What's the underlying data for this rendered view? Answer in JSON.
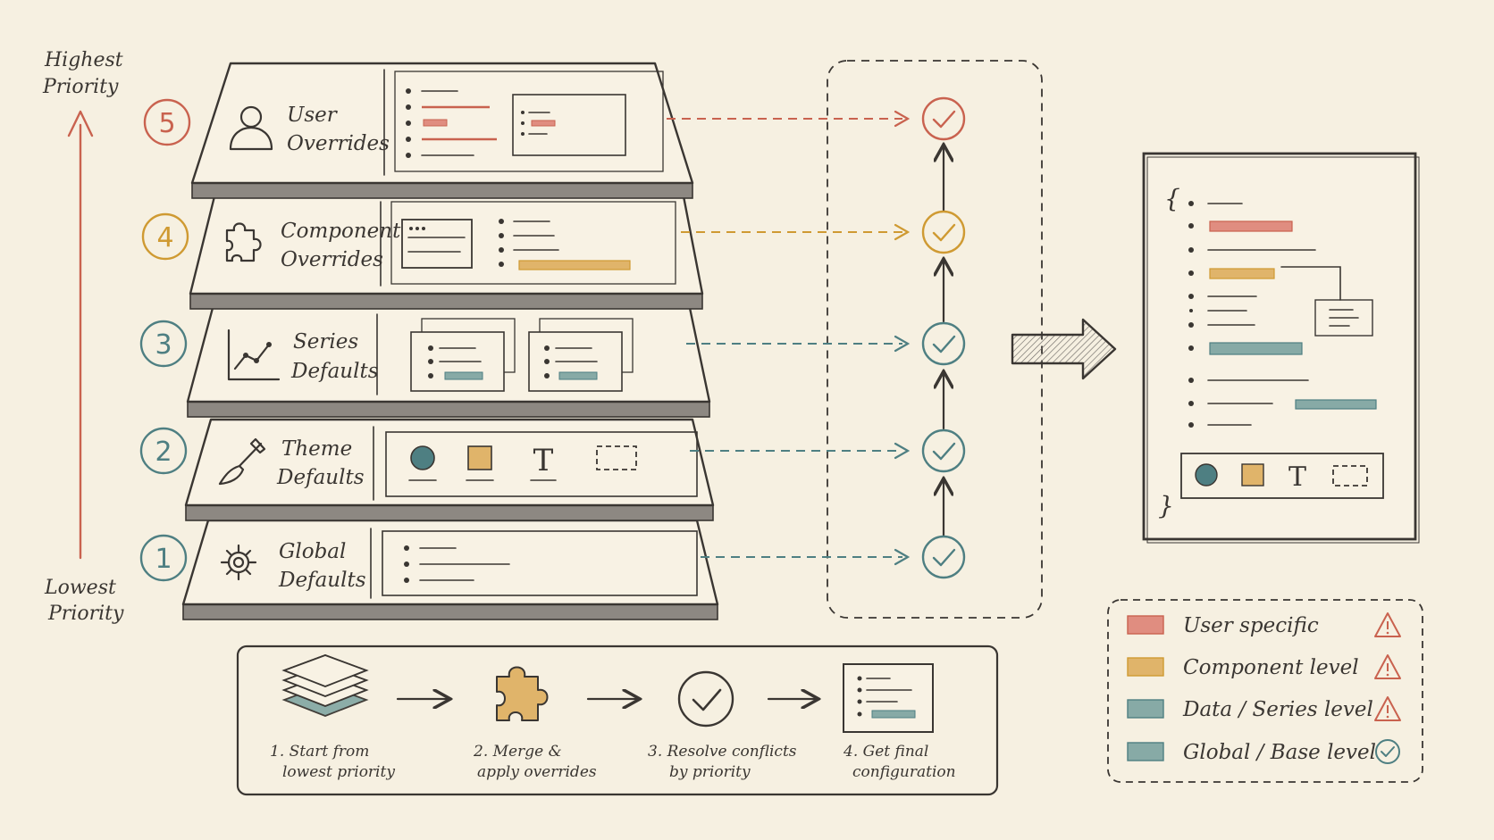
{
  "priority": {
    "highest": [
      "Highest",
      "Priority"
    ],
    "lowest": [
      "Lowest",
      "Priority"
    ]
  },
  "layers": [
    {
      "number": "5",
      "label": [
        "User",
        "Overrides"
      ],
      "icon": "user-icon",
      "color": "#c9624f"
    },
    {
      "number": "4",
      "label": [
        "Component",
        "Overrides"
      ],
      "icon": "puzzle-icon",
      "color": "#cf9a32"
    },
    {
      "number": "3",
      "label": [
        "Series",
        "Defaults"
      ],
      "icon": "line-chart-icon",
      "color": "#4e7f82"
    },
    {
      "number": "2",
      "label": [
        "Theme",
        "Defaults"
      ],
      "icon": "paintbrush-icon",
      "color": "#4e7f82"
    },
    {
      "number": "1",
      "label": [
        "Global",
        "Defaults"
      ],
      "icon": "gear-icon",
      "color": "#4e7f82"
    }
  ],
  "process_steps": [
    {
      "label": [
        "1. Start from",
        "lowest priority"
      ],
      "icon": "layers-icon"
    },
    {
      "label": [
        "2. Merge &",
        "apply overrides"
      ],
      "icon": "puzzle-icon"
    },
    {
      "label": [
        "3. Resolve conflicts",
        "by priority"
      ],
      "icon": "check-circle-icon"
    },
    {
      "label": [
        "4. Get final",
        "configuration"
      ],
      "icon": "document-icon"
    }
  ],
  "legend": [
    {
      "label": "User specific",
      "color": "#e08d80",
      "status": "warning-icon"
    },
    {
      "label": "Component level",
      "color": "#e0b46a",
      "status": "warning-icon"
    },
    {
      "label": "Data / Series level",
      "color": "#87aaa6",
      "status": "warning-icon"
    },
    {
      "label": "Global / Base level",
      "color": "#87aaa6",
      "status": "check-icon"
    }
  ],
  "result_panel": {
    "open_brace": "{",
    "close_brace": "}"
  },
  "glyphs": {
    "text_tool": "T"
  }
}
